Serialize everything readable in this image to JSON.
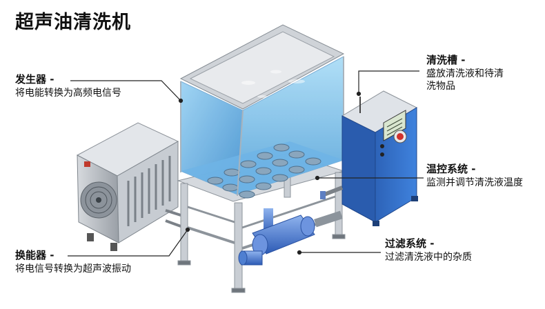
{
  "title": "超声油清洗机",
  "callouts": {
    "generator": {
      "head": "发生器 -",
      "desc": "将电能转换为高频电信号"
    },
    "transducer": {
      "head": "换能器 -",
      "desc": "将电信号转换为超声波振动"
    },
    "tank": {
      "head": "清洗槽 -",
      "desc_line1": "盛放清洗液和待清",
      "desc_line2": "洗物品"
    },
    "temperature": {
      "head": "温控系统 -",
      "desc": "监测并调节清洗液温度"
    },
    "filtration": {
      "head": "过滤系统 -",
      "desc": "过滤清洗液中的杂质"
    }
  },
  "colors": {
    "water": "#7ec3ec",
    "steel": "#b9bec4",
    "cabinet": "#2f6fc9",
    "pipe": "#4f7fd1",
    "leader": "#222222"
  }
}
